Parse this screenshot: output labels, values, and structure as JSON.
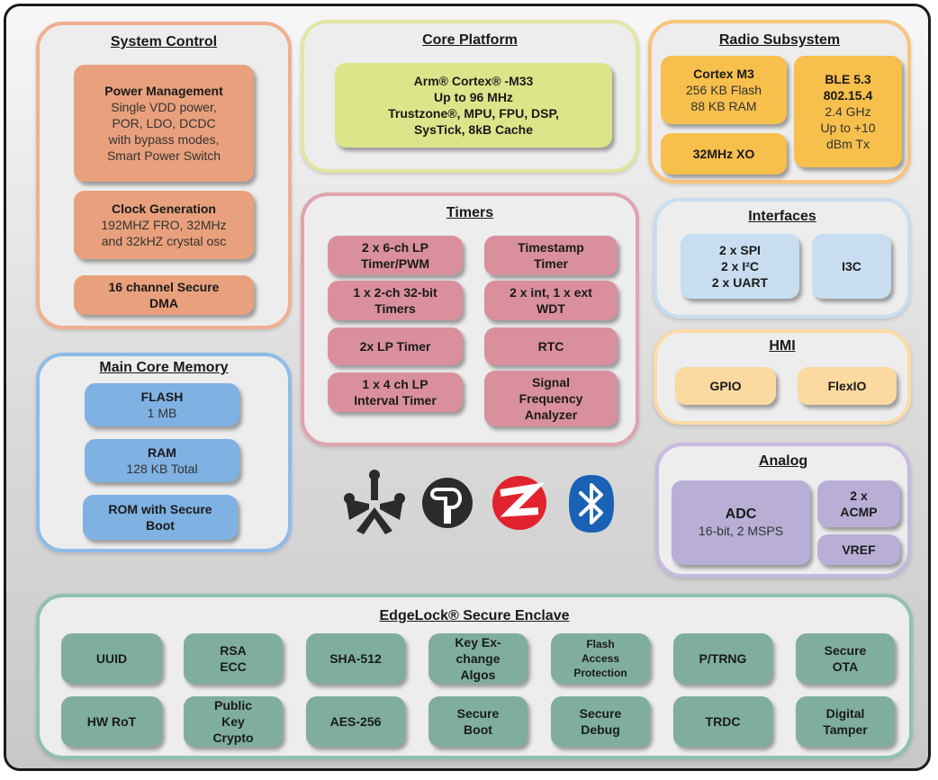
{
  "system_control": {
    "title": "System Control",
    "power_title": "Power Management",
    "power_l1": "Single VDD power,",
    "power_l2": "POR, LDO, DCDC",
    "power_l3": "with bypass modes,",
    "power_l4": "Smart Power Switch",
    "clock_title": "Clock Generation",
    "clock_l1": "192MHZ FRO, 32MHz",
    "clock_l2": "and 32kHZ crystal osc",
    "dma_l1": "16 channel Secure",
    "dma_l2": "DMA"
  },
  "core_platform": {
    "title": "Core Platform",
    "l1": "Arm® Cortex® -M33",
    "l2": "Up to 96 MHz",
    "l3": "Trustzone®, MPU, FPU, DSP,",
    "l4": "SysTick, 8kB Cache"
  },
  "radio": {
    "title": "Radio Subsystem",
    "m3_title": "Cortex M3",
    "m3_l1": "256 KB Flash",
    "m3_l2": "88 KB RAM",
    "xo": "32MHz XO",
    "ble_l1": "BLE 5.3",
    "ble_l2": "802.15.4",
    "ble_l3": "2.4 GHz",
    "ble_l4": "Up to +10",
    "ble_l5": "dBm Tx"
  },
  "timers": {
    "title": "Timers",
    "t1_l1": "2 x 6-ch LP",
    "t1_l2": "Timer/PWM",
    "t2_l1": "Timestamp",
    "t2_l2": "Timer",
    "t3_l1": "1 x 2-ch 32-bit",
    "t3_l2": "Timers",
    "t4_l1": "2 x int, 1 x ext",
    "t4_l2": "WDT",
    "t5": "2x LP Timer",
    "t6": "RTC",
    "t7_l1": "1 x 4 ch LP",
    "t7_l2": "Interval Timer",
    "t8_l1": "Signal",
    "t8_l2": "Frequency",
    "t8_l3": "Analyzer"
  },
  "interfaces": {
    "title": "Interfaces",
    "a_l1": "2 x SPI",
    "a_l2": "2 x I²C",
    "a_l3": "2 x UART",
    "i3c": "I3C"
  },
  "hmi": {
    "title": "HMI",
    "gpio": "GPIO",
    "flexio": "FlexIO"
  },
  "memory": {
    "title": "Main Core Memory",
    "flash_title": "FLASH",
    "flash_size": "1 MB",
    "ram_title": "RAM",
    "ram_size": "128 KB Total",
    "rom_l1": "ROM with Secure",
    "rom_l2": "Boot"
  },
  "analog": {
    "title": "Analog",
    "adc_title": "ADC",
    "adc_l1": "16-bit, 2 MSPS",
    "acmp_l1": "2 x",
    "acmp_l2": "ACMP",
    "vref": "VREF"
  },
  "edgelock": {
    "title": "EdgeLock® Secure Enclave",
    "uuid": "UUID",
    "rsa_l1": "RSA",
    "rsa_l2": "ECC",
    "sha": "SHA-512",
    "kex_l1": "Key Ex-",
    "kex_l2": "change",
    "kex_l3": "Algos",
    "fap_l1": "Flash",
    "fap_l2": "Access",
    "fap_l3": "Protection",
    "trng": "P/TRNG",
    "ota_l1": "Secure",
    "ota_l2": "OTA",
    "hwrot": "HW RoT",
    "pk_l1": "Public",
    "pk_l2": "Key",
    "pk_l3": "Crypto",
    "aes": "AES-256",
    "sboot_l1": "Secure",
    "sboot_l2": "Boot",
    "sdbg_l1": "Secure",
    "sdbg_l2": "Debug",
    "trdc": "TRDC",
    "dt_l1": "Digital",
    "dt_l2": "Tamper"
  },
  "icons": [
    "matter-icon",
    "thread-icon",
    "zigbee-icon",
    "bluetooth-icon"
  ],
  "colors": {
    "system_control": "#e9a07c",
    "core_platform": "#dde58a",
    "radio": "#f7bf4c",
    "timers": "#d9909c",
    "interfaces": "#c8def0",
    "hmi": "#fbd9a0",
    "memory": "#7fb1e2",
    "analog": "#b8aed6",
    "edgelock": "#7fae9f"
  }
}
